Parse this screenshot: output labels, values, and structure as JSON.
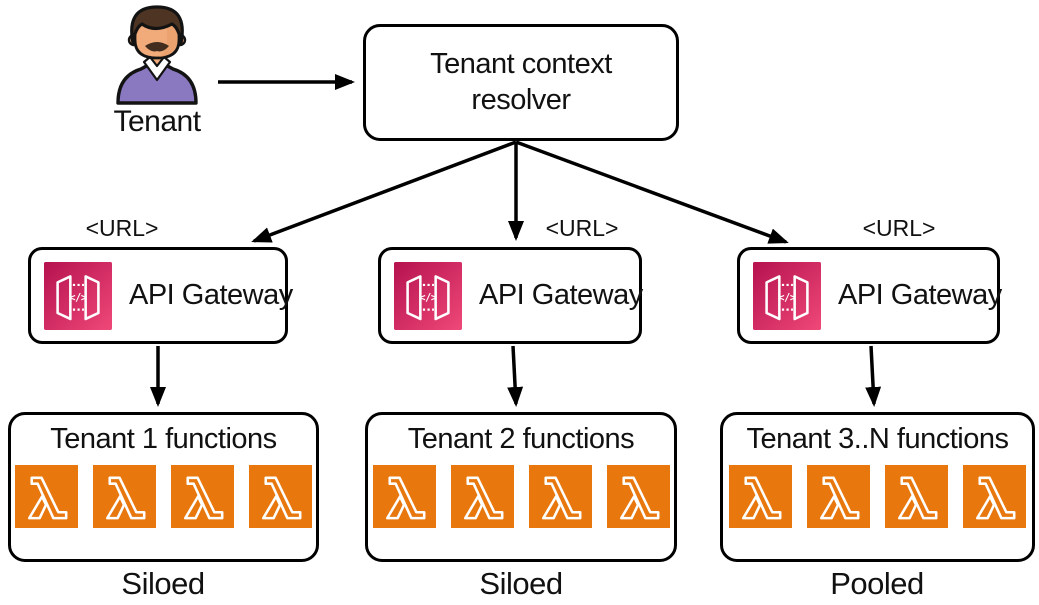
{
  "diagram": {
    "title_hint": "Tenant routing with siloed and pooled serverless functions",
    "actor": {
      "label": "Tenant"
    },
    "resolver": {
      "label": "Tenant context resolver"
    },
    "branches": [
      {
        "url_label": "<URL>",
        "gateway_label": "API Gateway",
        "functions_label": "Tenant 1 functions",
        "mode_label": "Siloed",
        "lambda_count": 4
      },
      {
        "url_label": "<URL>",
        "gateway_label": "API Gateway",
        "functions_label": "Tenant 2 functions",
        "mode_label": "Siloed",
        "lambda_count": 4
      },
      {
        "url_label": "<URL>",
        "gateway_label": "API Gateway",
        "functions_label": "Tenant 3..N functions",
        "mode_label": "Pooled",
        "lambda_count": 4
      }
    ],
    "colors": {
      "gateway_gradient_from": "#B5124F",
      "gateway_gradient_to": "#EF4878",
      "lambda_orange": "#E8770E",
      "outline": "#000000",
      "sweater_purple": "#8A79C1",
      "skin": "#F1AB7B",
      "hair_brown": "#4E3423"
    }
  }
}
